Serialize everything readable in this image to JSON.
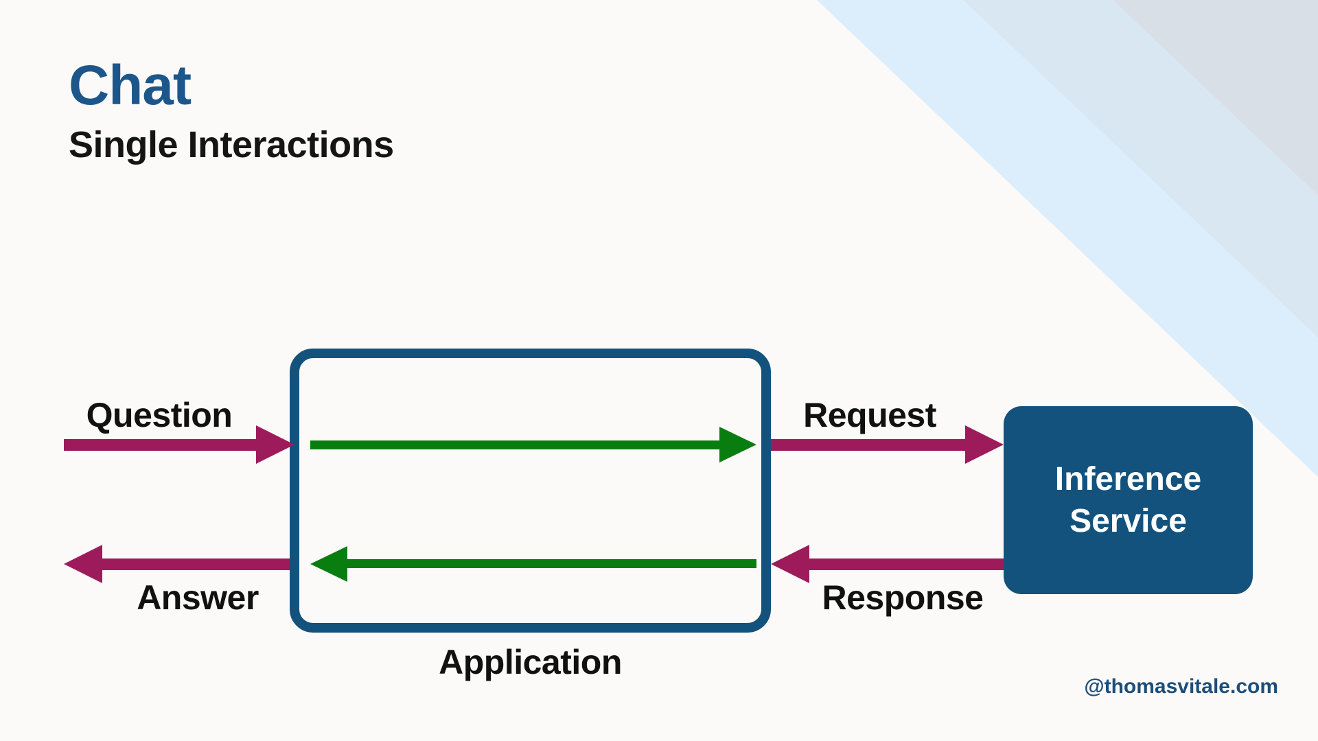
{
  "slide": {
    "title": "Chat",
    "subtitle": "Single Interactions",
    "watermark": "@thomasvitale.com"
  },
  "diagram": {
    "application_label": "Application",
    "inference_service_label": "Inference Service",
    "arrows": {
      "question": "Question",
      "request": "Request",
      "response": "Response",
      "answer": "Answer"
    }
  },
  "colors": {
    "title_blue": "#1d568a",
    "box_blue": "#14527e",
    "arrow_crimson": "#9e1b5b",
    "arrow_green": "#0a7d10",
    "background": "#fbfaf8",
    "stripe_light_blue": "#dcedfb",
    "stripe_mid_blue": "#d9e7f3",
    "stripe_gray": "#d9dfe7",
    "watermark_blue": "#1d4e7a"
  }
}
